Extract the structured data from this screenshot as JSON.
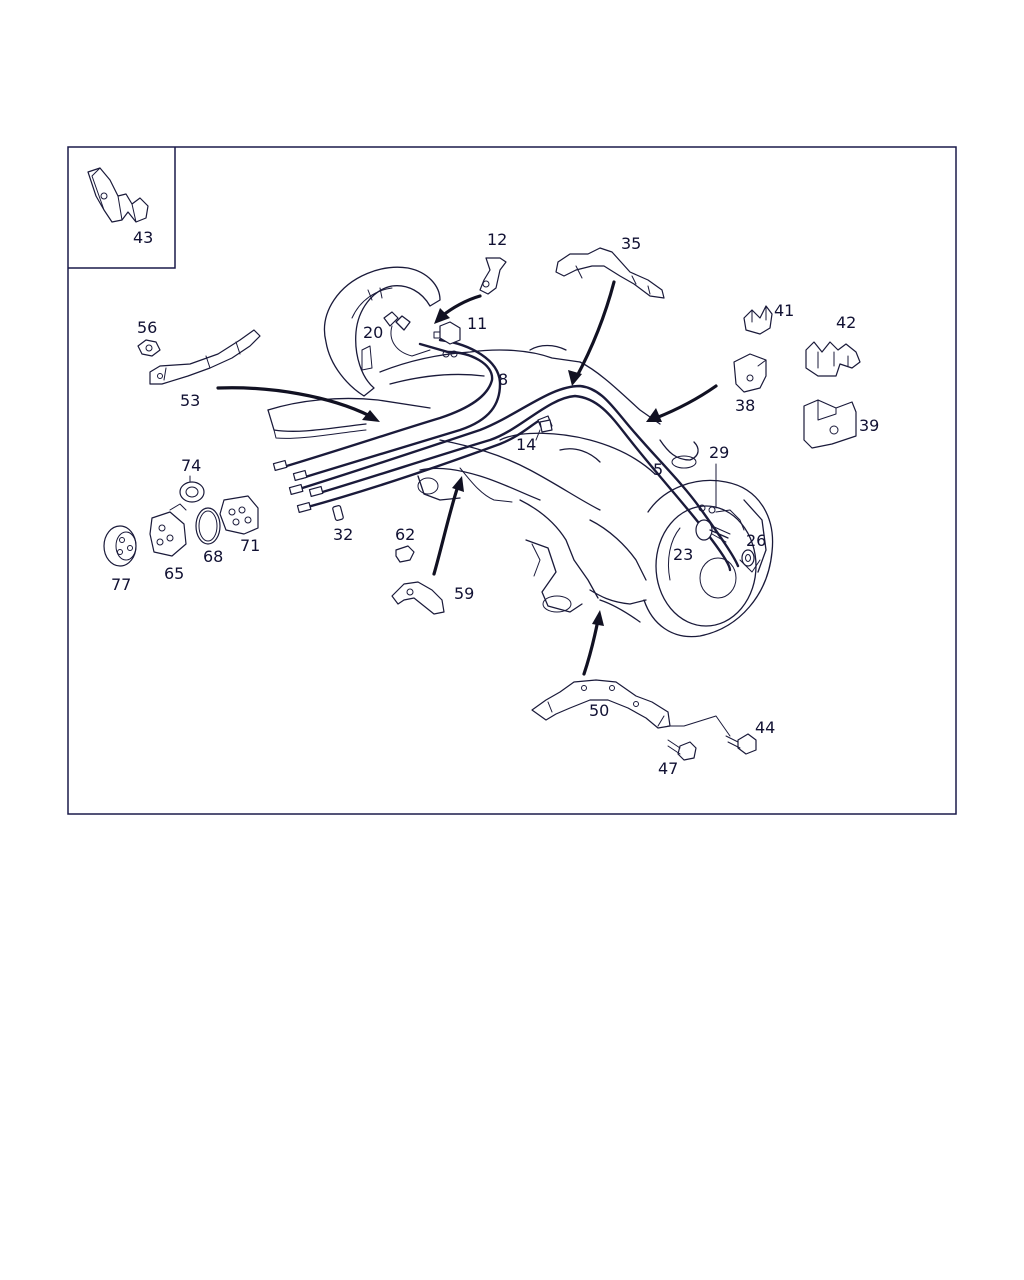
{
  "callouts": {
    "p5": "5",
    "p8": "8",
    "p11": "11",
    "p12": "12",
    "p14": "14",
    "p20": "20",
    "p23": "23",
    "p26": "26",
    "p29": "29",
    "p32": "32",
    "p35": "35",
    "p38": "38",
    "p39": "39",
    "p41": "41",
    "p42": "42",
    "p43": "43",
    "p44": "44",
    "p47": "47",
    "p50": "50",
    "p53": "53",
    "p56": "56",
    "p59": "59",
    "p62": "62",
    "p65": "65",
    "p68": "68",
    "p71": "71",
    "p74": "74",
    "p77": "77"
  },
  "colors": {
    "ink": "#1a1a3a",
    "frame": "#1a1a4a",
    "background": "#ffffff"
  }
}
